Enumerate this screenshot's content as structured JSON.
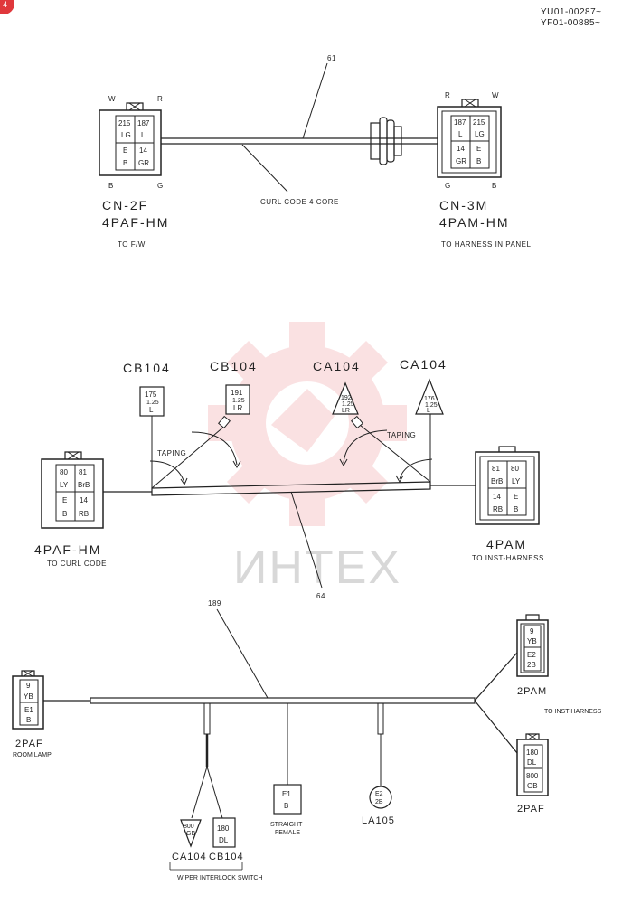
{
  "corner_badge": "4",
  "header": {
    "line1": "YU01-00287~",
    "line2": "YF01-00885~"
  },
  "watermark": "ИНТЕХ",
  "section1": {
    "ref": "61",
    "left": {
      "name": "CN-2F",
      "type": "4PAF-HM",
      "dest": "TO F/W",
      "corner_w": "W",
      "corner_r": "R",
      "corner_b": "B",
      "corner_g": "G",
      "cells": [
        [
          "215",
          "187"
        ],
        [
          "LG",
          "L"
        ],
        [
          "E",
          "14"
        ],
        [
          "B",
          "GR"
        ]
      ]
    },
    "right": {
      "name": "CN-3M",
      "type": "4PAM-HM",
      "dest": "TO HARNESS IN PANEL",
      "corner_r": "R",
      "corner_w": "W",
      "corner_g": "G",
      "corner_b": "B",
      "cells": [
        [
          "187",
          "215"
        ],
        [
          "L",
          "LG"
        ],
        [
          "14",
          "E"
        ],
        [
          "GR",
          "B"
        ]
      ]
    },
    "cable_label": "CURL CODE 4 CORE"
  },
  "section2": {
    "ref": "64",
    "taping_left": "TAPING",
    "taping_right": "TAPING",
    "taps": [
      {
        "label": "CB104",
        "n": "175",
        "s": "1.25",
        "c": "L"
      },
      {
        "label": "CB104",
        "n": "191",
        "s": "1.25",
        "c": "LR"
      },
      {
        "label": "CA104",
        "n": "192",
        "s": "1.25",
        "c": "LR"
      },
      {
        "label": "CA104",
        "n": "176",
        "s": "1.25",
        "c": "L"
      }
    ],
    "left": {
      "type": "4PAF-HM",
      "dest": "TO CURL CODE",
      "cells": [
        [
          "80",
          "81"
        ],
        [
          "LY",
          "BrB"
        ],
        [
          "E",
          "14"
        ],
        [
          "B",
          "RB"
        ]
      ]
    },
    "right": {
      "type": "4PAM",
      "dest": "TO INST-HARNESS",
      "cells": [
        [
          "81",
          "80"
        ],
        [
          "BrB",
          "LY"
        ],
        [
          "14",
          "E"
        ],
        [
          "RB",
          "B"
        ]
      ]
    }
  },
  "section3": {
    "ref": "189",
    "left": {
      "type": "2PAF",
      "dest": "ROOM LAMP",
      "cells": [
        [
          "9"
        ],
        [
          "YB"
        ],
        [
          "E1"
        ],
        [
          "B"
        ]
      ]
    },
    "right_top": {
      "type": "2PAM",
      "cells": [
        [
          "9"
        ],
        [
          "YB"
        ],
        [
          "E2"
        ],
        [
          "2B"
        ]
      ]
    },
    "right_dest": "TO INST-HARNESS",
    "right_bottom": {
      "type": "2PAF",
      "cells": [
        [
          "180"
        ],
        [
          "DL"
        ],
        [
          "800"
        ],
        [
          "GB"
        ]
      ]
    },
    "wiper": {
      "tri": [
        "800",
        "GB"
      ],
      "box": [
        "180",
        "DL"
      ],
      "label_a": "CA104",
      "label_b": "CB104",
      "caption": "WIPER INTERLOCK SWITCH"
    },
    "straight": {
      "cells": [
        "E1",
        "B"
      ],
      "caption1": "STRAIGHT",
      "caption2": "FEMALE"
    },
    "la105": {
      "cells": [
        "E2",
        "2B"
      ],
      "label": "LA105"
    }
  }
}
